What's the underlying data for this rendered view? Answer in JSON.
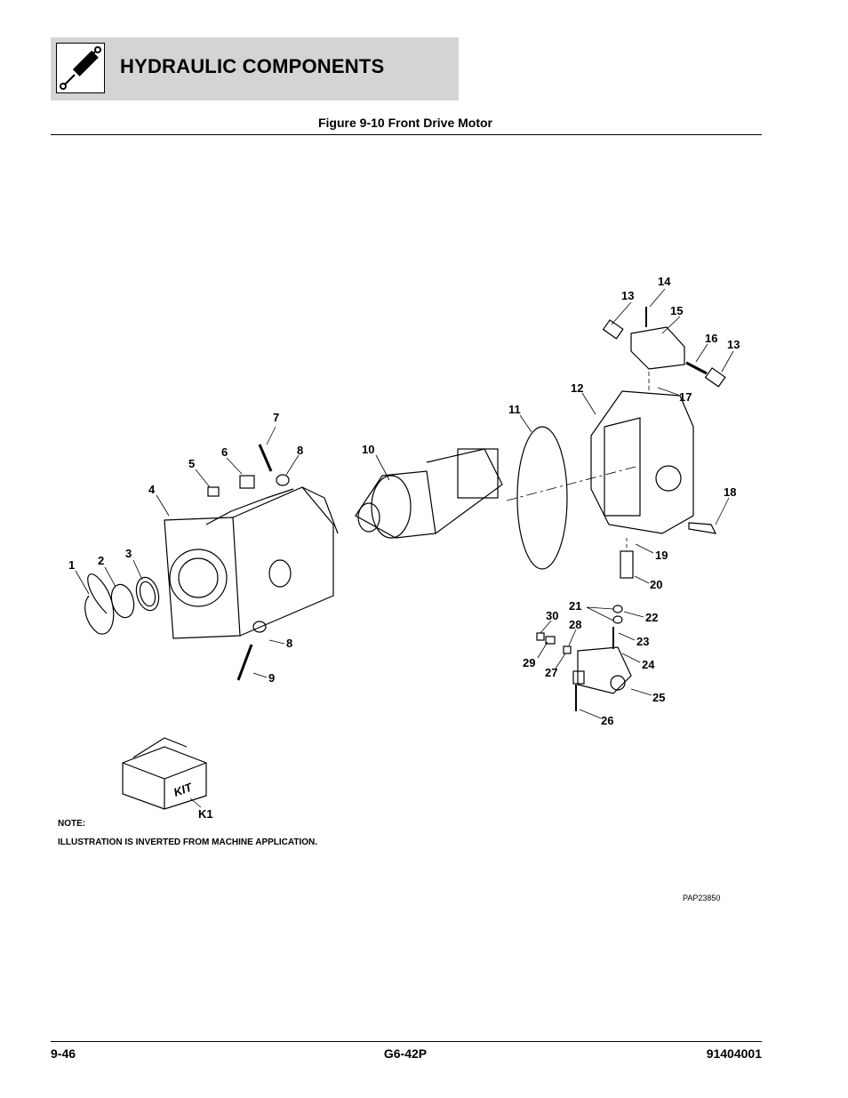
{
  "header": {
    "title": "HYDRAULIC COMPONENTS",
    "icon": "hydraulic-cylinder-icon"
  },
  "figure": {
    "caption": "Figure 9-10 Front Drive Motor"
  },
  "callouts": [
    "1",
    "2",
    "3",
    "4",
    "5",
    "6",
    "7",
    "8",
    "8",
    "9",
    "10",
    "11",
    "12",
    "13",
    "14",
    "15",
    "16",
    "13",
    "17",
    "18",
    "19",
    "20",
    "21",
    "22",
    "23",
    "24",
    "25",
    "26",
    "27",
    "28",
    "29",
    "30",
    "K1"
  ],
  "kit_label": "KIT",
  "notes": {
    "heading": "NOTE:",
    "text": "ILLUSTRATION IS INVERTED FROM MACHINE APPLICATION."
  },
  "drawing_id": "PAP23850",
  "footer": {
    "page": "9-46",
    "model": "G6-42P",
    "part_number": "91404001"
  }
}
